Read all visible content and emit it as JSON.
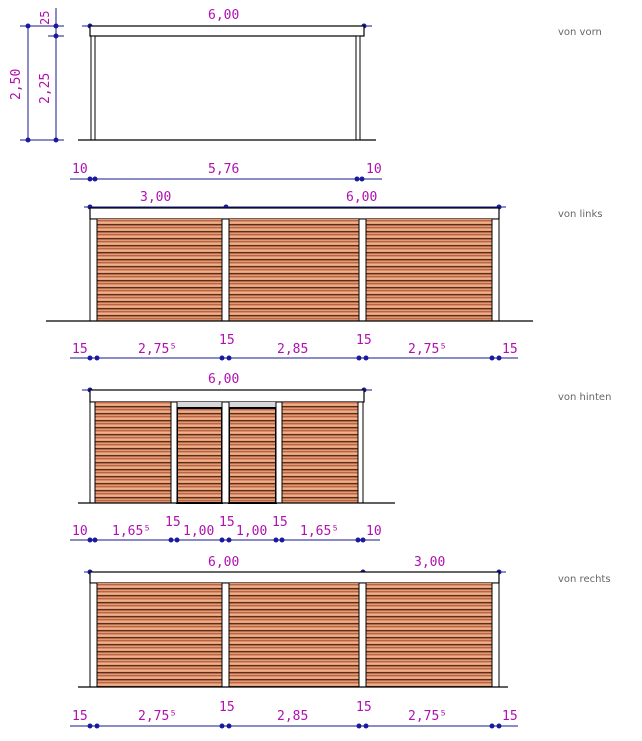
{
  "views": [
    {
      "label": "von vorn",
      "top_dims": [
        "6,00"
      ],
      "vertical_dims": [
        "2,50",
        "2,25",
        "25"
      ],
      "bottom_dims": [
        "10",
        "5,76",
        "10"
      ]
    },
    {
      "label": "von links",
      "top_dims": [
        "3,00",
        "6,00"
      ],
      "bottom_dims": [
        "15",
        "2,75⁵",
        "15",
        "2,85",
        "15",
        "2,75⁵",
        "15"
      ]
    },
    {
      "label": "von hinten",
      "top_dims": [
        "6,00"
      ],
      "bottom_dims": [
        "10",
        "1,65⁵",
        "15",
        "1,00",
        "15",
        "1,00",
        "15",
        "1,65⁵",
        "10"
      ]
    },
    {
      "label": "von rechts",
      "top_dims": [
        "6,00",
        "3,00"
      ],
      "bottom_dims": [
        "15",
        "2,75⁵",
        "15",
        "2,85",
        "15",
        "2,75⁵",
        "15"
      ]
    }
  ],
  "colors": {
    "dimension_text": "#b010b0",
    "dimension_line": "#1a1a8a",
    "wood_light": "#e8a07a",
    "wood_dark": "#5a2a1a"
  }
}
